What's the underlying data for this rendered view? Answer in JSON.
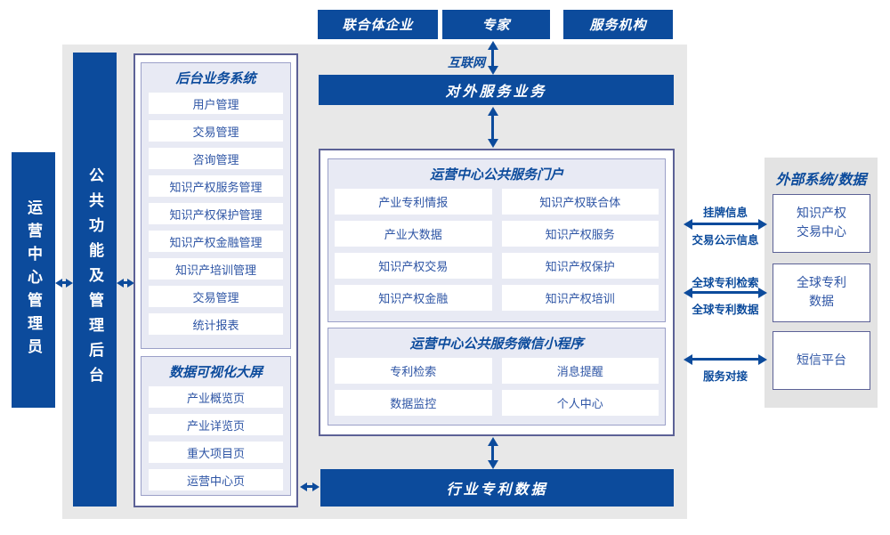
{
  "colors": {
    "primary": "#0C4B9C",
    "panelBg": "#E8EAF4",
    "panelBorder": "#9BA0C8",
    "boxBorder": "#5C6196",
    "itemText": "#2E55A5",
    "mainBg": "#E8E8E8",
    "sideBg": "#E3E3E3"
  },
  "top_actors": {
    "consortium": "联合体企业",
    "experts": "专家",
    "service_orgs": "服务机构"
  },
  "internet": {
    "label": "互联网"
  },
  "bars": {
    "external_service": "对外服务业务",
    "industry_patent": "行业专利数据"
  },
  "left": {
    "admin_bar": "运营中心管理员",
    "mgmt_bar": "公共功能及管理后台",
    "backend": {
      "title": "后台业务系统",
      "items": [
        "用户管理",
        "交易管理",
        "咨询管理",
        "知识产权服务管理",
        "知识产权保护管理",
        "知识产权金融管理",
        "知识产培训管理",
        "交易管理",
        "统计报表"
      ]
    },
    "dashboard": {
      "title": "数据可视化大屏",
      "items": [
        "产业概览页",
        "产业详览页",
        "重大项目页",
        "运营中心页"
      ]
    }
  },
  "center": {
    "portal": {
      "title": "运营中心公共服务门户",
      "left": [
        "产业专利情报",
        "产业大数据",
        "知识产权交易",
        "知识产权金融"
      ],
      "right": [
        "知识产权联合体",
        "知识产权服务",
        "知识产权保护",
        "知识产权培训"
      ]
    },
    "mini": {
      "title": "运营中心公共服务微信小程序",
      "left": [
        "专利检索",
        "数据监控"
      ],
      "right": [
        "消息提醒",
        "个人中心"
      ]
    }
  },
  "external": {
    "title": "外部系统/数据",
    "systems": [
      "知识产权\n交易中心",
      "全球专利\n数据",
      "短信平台"
    ],
    "links": [
      {
        "top": "挂牌信息",
        "bottom": "交易公示信息"
      },
      {
        "top": "全球专利检索",
        "bottom": "全球专利数据"
      },
      {
        "bottom": "服务对接"
      }
    ]
  }
}
